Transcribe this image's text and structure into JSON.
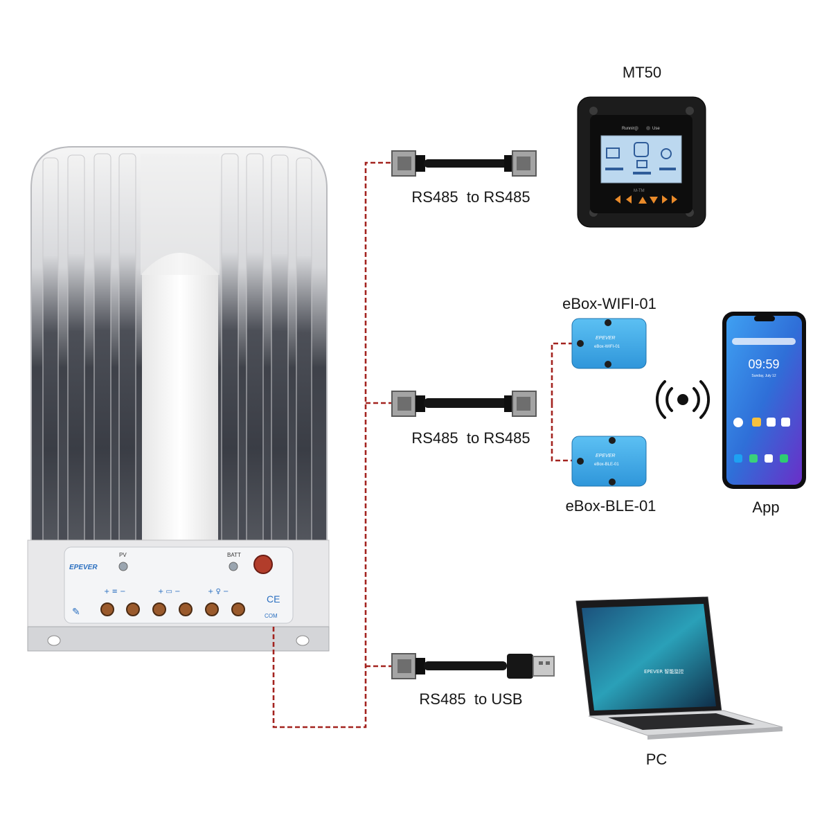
{
  "devices": {
    "mt50": {
      "name": "MT50",
      "screen_labels": [
        "Running",
        "Use"
      ],
      "bottom_caption": "M-TM"
    },
    "wifi": {
      "name": "eBox-WIFI-01",
      "brand": "EPEVER",
      "model": "eBox-WIFI-01"
    },
    "ble": {
      "name": "eBox-BLE-01",
      "brand": "EPEVER",
      "model": "eBox-BLE-01"
    },
    "app": {
      "name": "App",
      "clock": "09:59",
      "date": "Sunday, July 12"
    },
    "pc": {
      "name": "PC",
      "screen_text": "EPEVER 智能监控"
    },
    "controller": {
      "brand": "EPEVER",
      "pv_label": "PV",
      "batt_label": "BATT",
      "ce_mark": "CE",
      "com_label": "COM"
    }
  },
  "cables": [
    {
      "label": "RS485  to RS485"
    },
    {
      "label": "RS485  to RS485"
    },
    {
      "label": "RS485  to USB"
    }
  ],
  "colors": {
    "dashed_line": "#a3231f",
    "ebox_blue": "#3aa7e8",
    "mt50_body": "#1c1c1c",
    "mt50_screen": "#bcd8ef",
    "mt50_buttons": "#e98a2a",
    "connector_gray": "#9c9c9c",
    "cable_black": "#151515"
  }
}
